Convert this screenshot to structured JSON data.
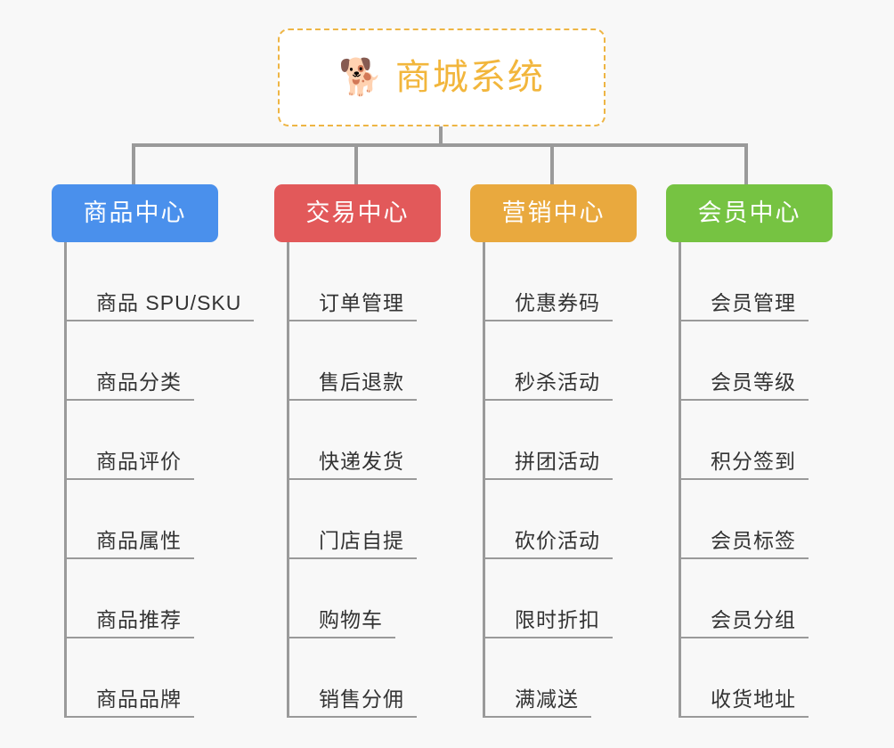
{
  "background_color": "#f8f8f8",
  "root": {
    "icon": "shiba-dog-face-emoji",
    "emoji": "🐕",
    "title": "商城系统",
    "title_color": "#f2b63c",
    "border_color": "#eeb544",
    "border_style": "dashed"
  },
  "connector_color": "#9a9a9a",
  "branches": [
    {
      "id": "product-center",
      "label": "商品中心",
      "color": "#4a90ec",
      "items": [
        "商品 SPU/SKU",
        "商品分类",
        "商品评价",
        "商品属性",
        "商品推荐",
        "商品品牌"
      ]
    },
    {
      "id": "trade-center",
      "label": "交易中心",
      "color": "#e2595a",
      "items": [
        "订单管理",
        "售后退款",
        "快递发货",
        "门店自提",
        "购物车",
        "销售分佣"
      ]
    },
    {
      "id": "marketing-center",
      "label": "营销中心",
      "color": "#e9a93e",
      "items": [
        "优惠券码",
        "秒杀活动",
        "拼团活动",
        "砍价活动",
        "限时折扣",
        "满减送"
      ]
    },
    {
      "id": "member-center",
      "label": "会员中心",
      "color": "#76c342",
      "items": [
        "会员管理",
        "会员等级",
        "积分签到",
        "会员标签",
        "会员分组",
        "收货地址"
      ]
    }
  ],
  "layout": {
    "branch_x": [
      58,
      308,
      528,
      748
    ],
    "branch_header_width": [
      187,
      187,
      187,
      187
    ],
    "drop_x": [
      150,
      400,
      620,
      838
    ]
  }
}
